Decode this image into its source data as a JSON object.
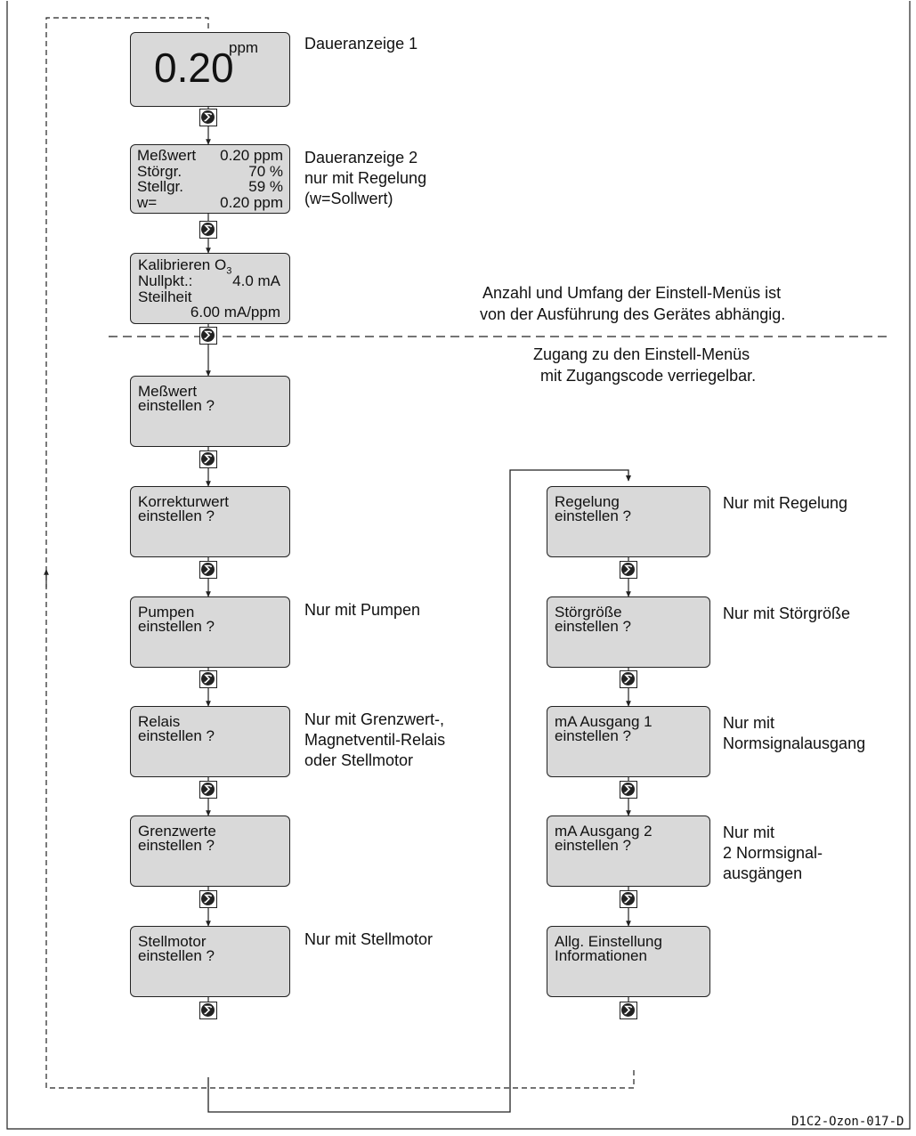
{
  "figure_id": "D1C2-Ozon-017-D",
  "display1": {
    "value": "0.20",
    "unit": "ppm",
    "label": "Daueranzeige 1"
  },
  "display2": {
    "lines": [
      {
        "key": "Meßwert",
        "value": "0.20 ppm"
      },
      {
        "key": "Störgr.",
        "value": "70 %"
      },
      {
        "key": "Stellgr.",
        "value": "59 %"
      },
      {
        "key": "w=",
        "value": "0.20 ppm"
      }
    ],
    "label_lines": [
      "Daueranzeige 2",
      "nur mit Regelung",
      "(w=Sollwert)"
    ]
  },
  "calib": {
    "title": "Kalibrieren O",
    "title_sub": "3",
    "nullpkt_key": "Nullpkt.:",
    "nullpkt_value": "4.0 mA",
    "steilheit_key": "Steilheit",
    "steilheit_value": "6.00 mA/ppm"
  },
  "notes": {
    "menus_line1": "Anzahl und Umfang der Einstell-Menüs ist",
    "menus_line2": "von der Ausführung des Gerätes abhängig.",
    "access_line1": "Zugang zu den Einstell-Menüs",
    "access_line2": "mit Zugangscode verriegelbar."
  },
  "menus_left": [
    {
      "lines": [
        "Meßwert",
        "einstellen  ?"
      ],
      "note_lines": []
    },
    {
      "lines": [
        "Korrekturwert",
        "einstellen  ?"
      ],
      "note_lines": []
    },
    {
      "lines": [
        "Pumpen",
        "einstellen  ?"
      ],
      "note_lines": [
        "Nur mit Pumpen"
      ]
    },
    {
      "lines": [
        "Relais",
        "einstellen  ?"
      ],
      "note_lines": [
        "Nur mit Grenzwert-,",
        "Magnetventil-Relais",
        "oder Stellmotor"
      ]
    },
    {
      "lines": [
        "Grenzwerte",
        "einstellen  ?"
      ],
      "note_lines": []
    },
    {
      "lines": [
        "Stellmotor",
        "einstellen  ?"
      ],
      "note_lines": [
        "Nur mit Stellmotor"
      ]
    }
  ],
  "menus_right": [
    {
      "lines": [
        "Regelung",
        "einstellen  ?"
      ],
      "note_lines": [
        "Nur mit Regelung"
      ]
    },
    {
      "lines": [
        "Störgröße",
        "einstellen  ?"
      ],
      "note_lines": [
        "Nur mit Störgröße"
      ]
    },
    {
      "lines": [
        "mA Ausgang 1",
        "einstellen  ?"
      ],
      "note_lines": [
        "Nur mit",
        "Normsignalausgang"
      ]
    },
    {
      "lines": [
        "mA Ausgang 2",
        "einstellen  ?"
      ],
      "note_lines": [
        "Nur mit",
        "2 Normsignal-",
        "ausgängen"
      ]
    },
    {
      "lines": [
        "Allg. Einstellung",
        "Informationen"
      ],
      "note_lines": []
    }
  ],
  "key_icon": "select-key-icon"
}
